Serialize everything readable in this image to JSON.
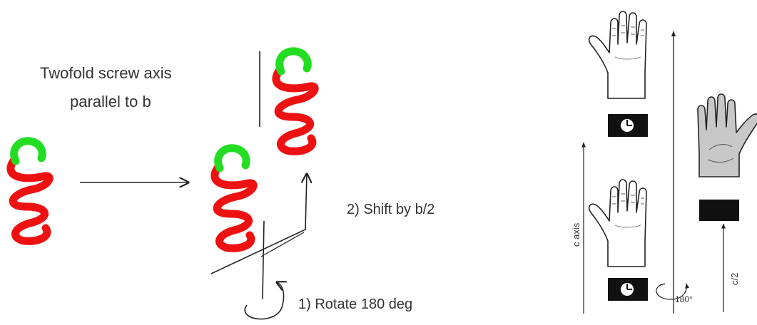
{
  "labels": {
    "title_line1": "Twofold screw axis",
    "title_line2": "parallel to b",
    "shift": "2) Shift by b/2",
    "rotate": "1) Rotate 180 deg",
    "c_axis": "c axis",
    "deg180": "180°",
    "c_half": "c/2"
  },
  "colors": {
    "helix_body": "#ee1111",
    "helix_tip": "#22dd22",
    "line": "#222222",
    "glove_fill": "#c8c8c8",
    "band": "#111111"
  },
  "icons": {
    "helix": "helix-icon",
    "hand": "hand-icon",
    "watch": "watch-icon",
    "rotate_arrow": "curved-arrow-icon"
  }
}
